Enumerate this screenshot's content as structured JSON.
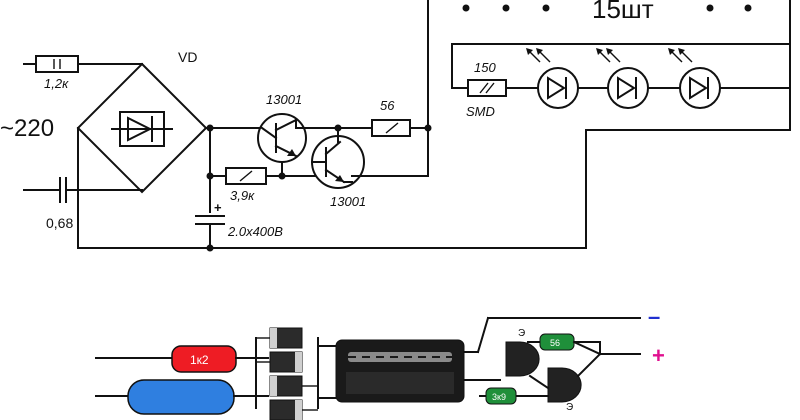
{
  "schematic": {
    "mains_voltage": "~220",
    "resistor_input": "1,2к",
    "bridge_label": "VD",
    "capacitor_input": "0,68",
    "transistor_1": "13001",
    "transistor_2": "13001",
    "resistor_base": "3,9к",
    "resistor_emitter": "56",
    "capacitor_filter": "2.0x400B",
    "capacitor_polarity": "+",
    "resistor_led": "150",
    "resistor_led_type": "SMD",
    "led_count": "15шт"
  },
  "board": {
    "resistor_1k2": "1к2",
    "resistor_56": "56",
    "resistor_3k9": "3к9",
    "emitter_mark_1": "Э",
    "emitter_mark_2": "Э",
    "minus": "–",
    "plus": "+"
  },
  "colors": {
    "wire": "#111111",
    "resistor_red": "#ee1c24",
    "capacitor_blue": "#2f7fe0",
    "resistor_green": "#1f8f3a",
    "minus_color": "#2030d0",
    "plus_color": "#e0108f"
  }
}
